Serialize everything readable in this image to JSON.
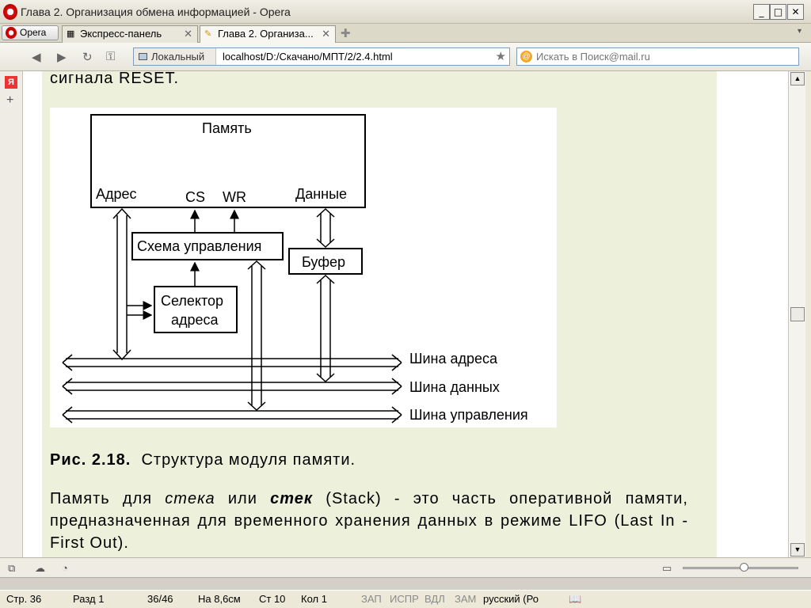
{
  "window": {
    "title": "Глава 2. Организация обмена информацией - Opera"
  },
  "tabs": {
    "menu_label": "Opera",
    "items": [
      {
        "label": "Экспресс-панель"
      },
      {
        "label": "Глава 2. Организа..."
      }
    ]
  },
  "address": {
    "badge": "Локальный",
    "url": "localhost/D:/Скачано/МПТ/2/2.4.html",
    "search_placeholder": "Искать в Поиск@mail.ru"
  },
  "content": {
    "top_fragment": "сигнала RESET.",
    "figure": {
      "memory": "Память",
      "addr": "Адрес",
      "cs": "CS",
      "wr": "WR",
      "data": "Данные",
      "control_scheme": "Схема управления",
      "buffer": "Буфер",
      "selector_line1": "Селектор",
      "selector_line2": "адреса",
      "bus_address": "Шина адреса",
      "bus_data": "Шина данных",
      "bus_control": "Шина управления"
    },
    "caption_label": "Рис. 2.18.",
    "caption_text": "Структура модуля памяти.",
    "para": {
      "p1": "Память для ",
      "em1": "стека",
      "p2": " или ",
      "strong1": "стек",
      "p3": " (Stack) - это часть оперативной памяти, предназначенная для временного хранения данных в режиме LIFO (Last In - First Out)."
    }
  },
  "word_status": {
    "page": "Стр. 36",
    "section": "Разд 1",
    "pages": "36/46",
    "at": "На 8,6см",
    "line": "Ст 10",
    "col": "Кол 1",
    "rec": "ЗАП",
    "trk": "ИСПР",
    "ext": "ВДЛ",
    "ovr": "ЗАМ",
    "lang": "русский (Ро"
  }
}
